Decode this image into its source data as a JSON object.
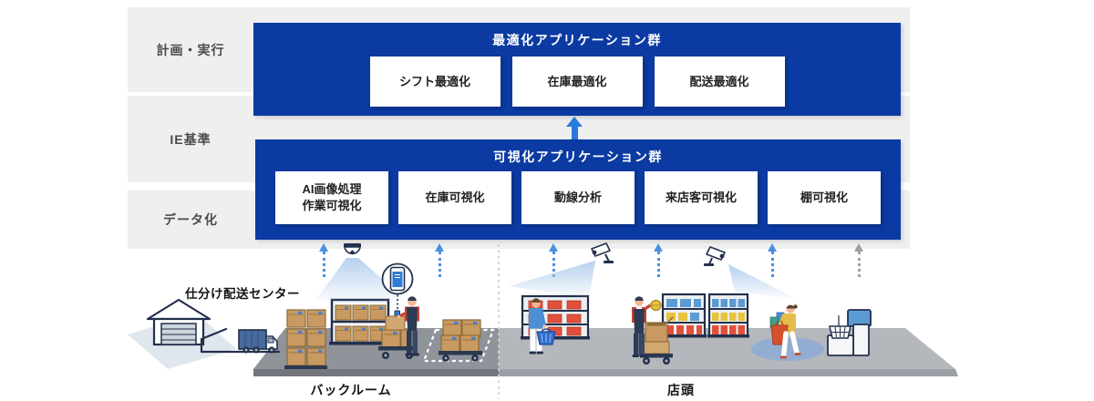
{
  "layers": {
    "items": [
      {
        "label": "計画・実行"
      },
      {
        "label": "IE基準"
      },
      {
        "label": "データ化"
      }
    ]
  },
  "optimization_group": {
    "title": "最適化アプリケーション群",
    "items": [
      {
        "label": "シフト最適化"
      },
      {
        "label": "在庫最適化"
      },
      {
        "label": "配送最適化"
      }
    ]
  },
  "visualization_group": {
    "title": "可視化アプリケーション群",
    "items": [
      {
        "label": "AI画像処理\n作業可視化"
      },
      {
        "label": "在庫可視化"
      },
      {
        "label": "動線分析"
      },
      {
        "label": "来店客可視化"
      },
      {
        "label": "棚可視化"
      }
    ]
  },
  "scene": {
    "labels": {
      "sorting_center": "仕分け配送センター",
      "backroom": "バックルーム",
      "storefront": "店頭"
    },
    "icons": [
      "warehouse-icon",
      "truck-icon",
      "cardboard-box-icon",
      "backroom-shelf-icon",
      "ceiling-camera-icon",
      "smartphone-callout-icon",
      "cart-icon",
      "staging-area-outline",
      "cctv-camera-icon",
      "store-shelf-icon",
      "shopping-basket-icon",
      "shopper-icon",
      "staff-icon",
      "pos-register-icon",
      "up-arrow-icon"
    ]
  },
  "colors": {
    "deep_blue": "#0b3aa2",
    "arrow_blue": "#2878dd",
    "dashed_arrow_blue": "#4a90e2",
    "dashed_arrow_gray": "#9ba1a7",
    "band_gray": "#efefef",
    "floor_dark": "#8f939a",
    "floor_light": "#b4b7bc"
  }
}
